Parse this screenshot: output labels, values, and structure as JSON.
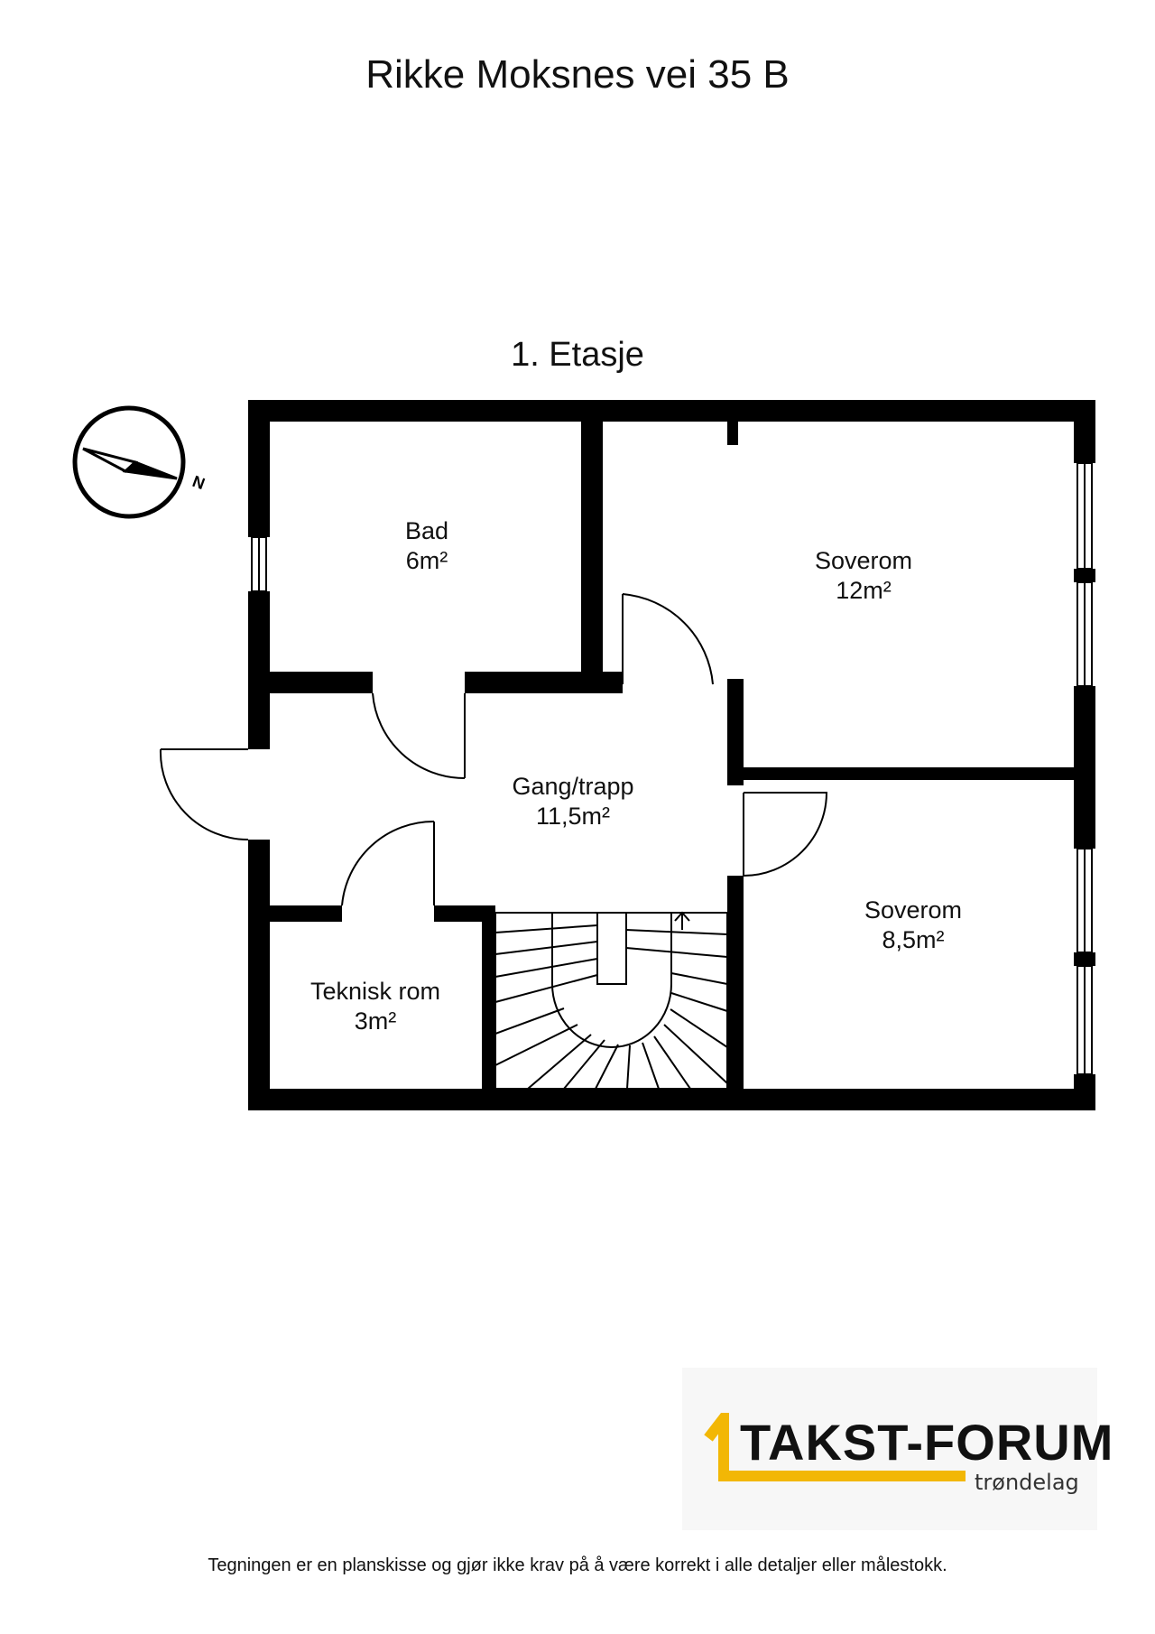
{
  "title": "Rikke Moksnes vei 35 B",
  "floor": "1. Etasje",
  "compass": {
    "icon": "compass-north-icon",
    "label": "N"
  },
  "rooms": [
    {
      "name": "Bad",
      "area": "6m²"
    },
    {
      "name": "Soverom",
      "area": "12m²"
    },
    {
      "name": "Gang/trapp",
      "area": "11,5m²"
    },
    {
      "name": "Soverom",
      "area": "8,5m²"
    },
    {
      "name": "Teknisk rom",
      "area": "3m²"
    }
  ],
  "logo": {
    "name": "TAKST-FORUM",
    "subtitle": "trøndelag",
    "accent": "#f2b705"
  },
  "disclaimer": "Tegningen er en planskisse og gjør ikke krav på å være korrekt i alle detaljer eller målestokk."
}
